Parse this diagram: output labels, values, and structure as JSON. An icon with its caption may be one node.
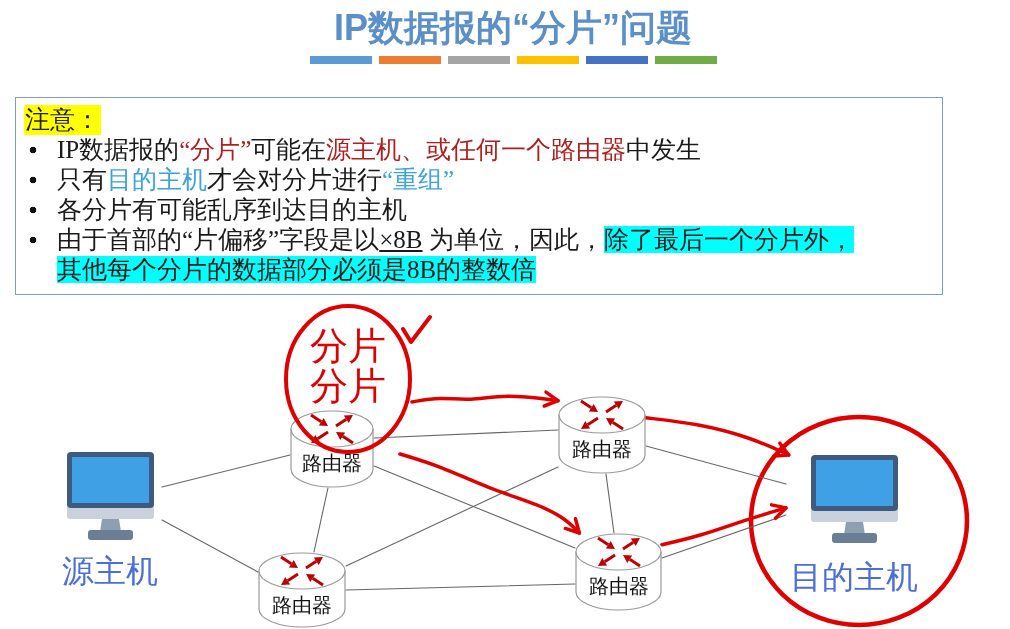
{
  "diagram": {
    "title": "IP数据报的“分片”问题",
    "nodes": [
      {
        "text": [
          "注意：",
          "IP数据报的“分片”可能在源主机、或任何一个路由器中发生",
          "只有目的主机才会对分片进行“重组”",
          "各分片有可能乱序到达目的主机",
          "由于首部的“片偏移”字段是以×8B 为单位，因此，除了最后一个分片外，其他每个分片的数据部分必须是8B的整数倍"
        ]
      },
      {
        "text": [
          "分片",
          "分片"
        ]
      },
      {
        "text": [
          "源主机"
        ]
      },
      {
        "text": [
          "路由器"
        ]
      },
      {
        "text": [
          "路由器"
        ]
      },
      {
        "text": [
          "路由器"
        ]
      },
      {
        "text": [
          "路由器"
        ]
      },
      {
        "text": [
          "目的主机"
        ]
      }
    ],
    "edges": [
      {
        "from": 2,
        "to": 3,
        "arrow": "none"
      },
      {
        "from": 2,
        "to": 5,
        "arrow": "none"
      },
      {
        "from": 3,
        "to": 4,
        "arrow": "none"
      },
      {
        "from": 3,
        "to": 5,
        "arrow": "none"
      },
      {
        "from": 3,
        "to": 6,
        "arrow": "none"
      },
      {
        "from": 5,
        "to": 4,
        "arrow": "none"
      },
      {
        "from": 5,
        "to": 6,
        "arrow": "none"
      },
      {
        "from": 4,
        "to": 6,
        "arrow": "none"
      },
      {
        "from": 4,
        "to": 7,
        "arrow": "none"
      },
      {
        "from": 6,
        "to": 7,
        "arrow": "none"
      },
      {
        "from": 1,
        "to": 4,
        "arrow": "to",
        "style": "thick",
        "color": "#e00000"
      },
      {
        "from": 4,
        "to": 7,
        "arrow": "to",
        "style": "thick",
        "color": "#e00000"
      },
      {
        "from": 1,
        "to": 6,
        "arrow": "to",
        "style": "thick",
        "color": "#e00000"
      },
      {
        "from": 6,
        "to": 7,
        "arrow": "to",
        "style": "thick",
        "color": "#e00000"
      }
    ]
  }
}
